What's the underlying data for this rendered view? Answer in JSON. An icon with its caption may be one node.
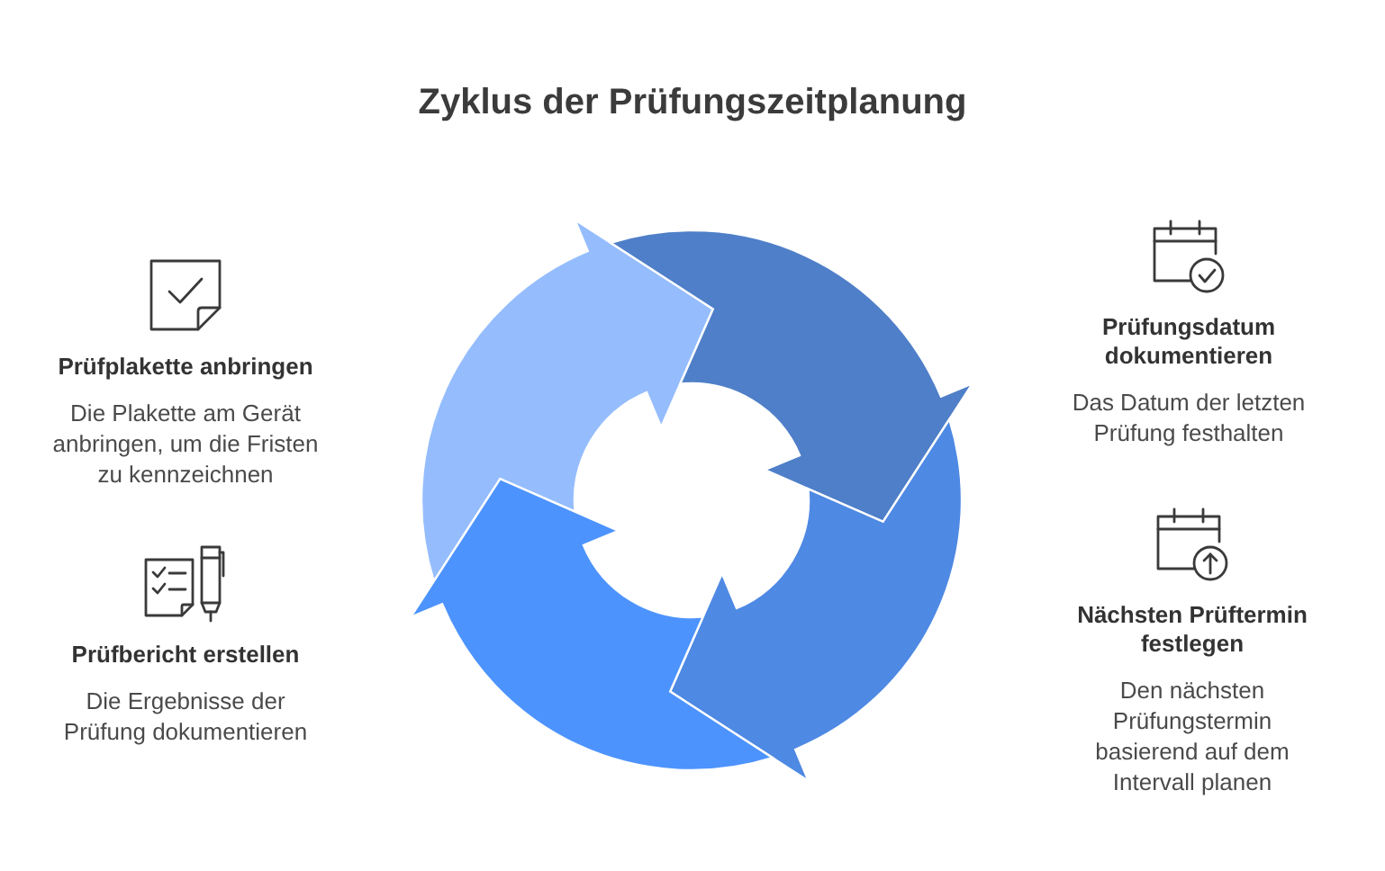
{
  "diagram": {
    "title": "Zyklus der Prüfungszeitplanung",
    "nodes": [
      {
        "text": [
          "Prüfplakette anbringen",
          "Die Plakette am Gerät anbringen, um die Fristen zu kennzeichnen"
        ]
      },
      {
        "text": [
          "Prüfungsdatum dokumentieren",
          "Das Datum der letzten Prüfung festhalten"
        ]
      },
      {
        "text": [
          "Nächsten Prüftermin festlegen",
          "Den nächsten Prüfungstermin basierend auf dem Intervall planen"
        ]
      },
      {
        "text": [
          "Prüfbericht erstellen",
          "Die Ergebnisse der Prüfung dokumentieren"
        ]
      }
    ]
  }
}
